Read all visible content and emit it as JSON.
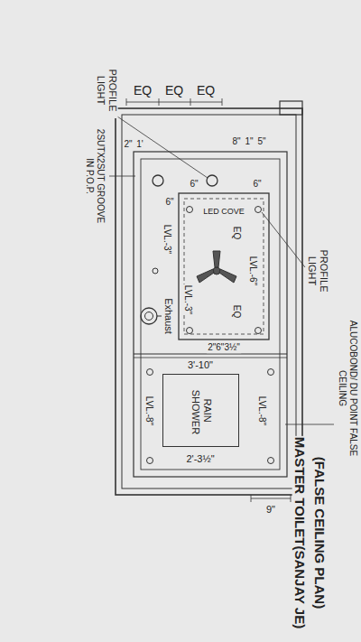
{
  "diagram": {
    "title": "MASTER TOILET(SANJAY JE)",
    "caption": "(FALSE CEILING PLAN)",
    "nodes": [
      {
        "text": [
          "RAIN SHOWER"
        ]
      }
    ],
    "labels": [
      "PROFILE LIGHT",
      "EQ",
      "EQ",
      "EQ",
      "2\"",
      "1'",
      "8\"",
      "1\"",
      "5\"",
      "2SUTX2SUT GROOVE IN P.O.P.",
      "LVL.-3\"",
      "6\"",
      "6\"",
      "LVL.-6\"",
      "LED COVE",
      "EQ",
      "LVL.-3\"",
      "EQ",
      "6\"",
      "2\"6\"3½\"",
      "Exhaust",
      "3'-10\"",
      "LVL.-8\"",
      "LVL.-8\"",
      "2'-3½\"",
      "9\"",
      "PROFILE LIGHT",
      "ALUCOBOND/ DU POINT FALSE CEILING"
    ]
  }
}
